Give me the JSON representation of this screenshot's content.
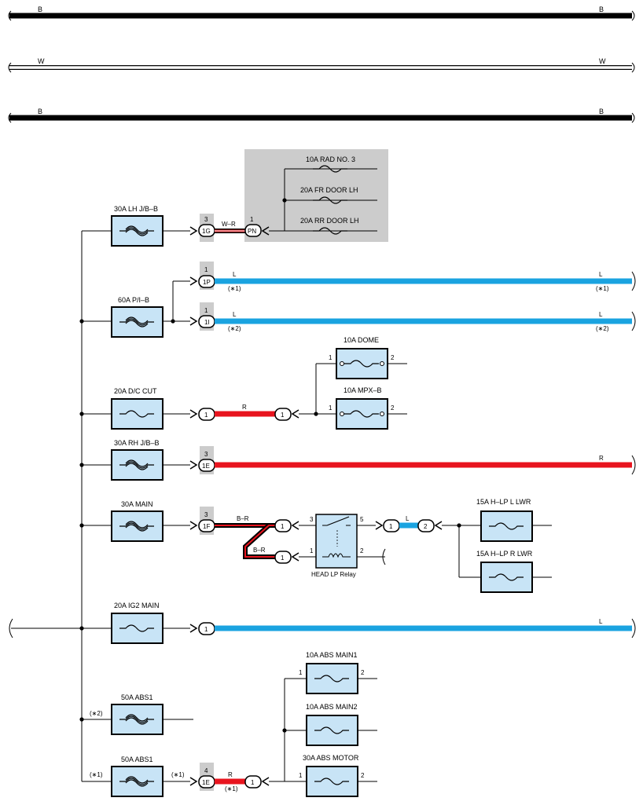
{
  "wires_top": [
    {
      "color_code": "B"
    },
    {
      "color_code": "W"
    },
    {
      "color_code": "B"
    }
  ],
  "fuses": {
    "lh_jb": "30A LH J/B–B",
    "pib": "60A P/I–B",
    "dc_cut": "20A D/C CUT",
    "rh_jb": "30A RH J/B–B",
    "main": "30A MAIN",
    "ig2": "20A IG2 MAIN",
    "abs1_a": "50A ABS1",
    "abs1_b": "50A ABS1",
    "rad3": "10A RAD NO. 3",
    "fr_door": "20A FR DOOR LH",
    "rr_door": "20A RR DOOR LH",
    "dome": "10A DOME",
    "mpx": "10A MPX–B",
    "hlp_l": "15A H–LP L LWR",
    "hlp_r": "15A H–LP R LWR",
    "abs_main1": "10A ABS MAIN1",
    "abs_main2": "10A ABS MAIN2",
    "abs_motor": "30A ABS MOTOR"
  },
  "connectors": {
    "c1g": {
      "id": "1G",
      "pin": "3"
    },
    "pn": {
      "id": "PN",
      "pin": "1"
    },
    "c1p": {
      "id": "1P",
      "pin": "1"
    },
    "c1i": {
      "id": "1I",
      "pin": "1"
    },
    "dc_a": {
      "id": "1"
    },
    "dc_b": {
      "id": "1"
    },
    "c1e": {
      "id": "1E",
      "pin": "3"
    },
    "c1f": {
      "id": "1F",
      "pin": "3"
    },
    "relay_in_a": {
      "id": "1"
    },
    "relay_in_b": {
      "id": "1"
    },
    "lwr_a": {
      "id": "1"
    },
    "lwr_b": {
      "id": "2"
    },
    "ig2_c": {
      "id": "1"
    },
    "abs_e": {
      "id": "1E",
      "pin": "4"
    },
    "abs_c": {
      "id": "1"
    }
  },
  "wire_codes": {
    "w_r": "W–R",
    "l": "L",
    "r": "R",
    "b_r": "B–R"
  },
  "notes": {
    "n1": "(∗1)",
    "n2": "(∗2)"
  },
  "pins": {
    "one": "1",
    "two": "2",
    "three": "3",
    "five": "5"
  },
  "relay": {
    "name": "HEAD LP Relay"
  },
  "colors": {
    "wire_blue": "#1aa3e0",
    "wire_red": "#e8141e",
    "fuse_fill": "#c8e4f6",
    "shade": "#cccccc"
  }
}
